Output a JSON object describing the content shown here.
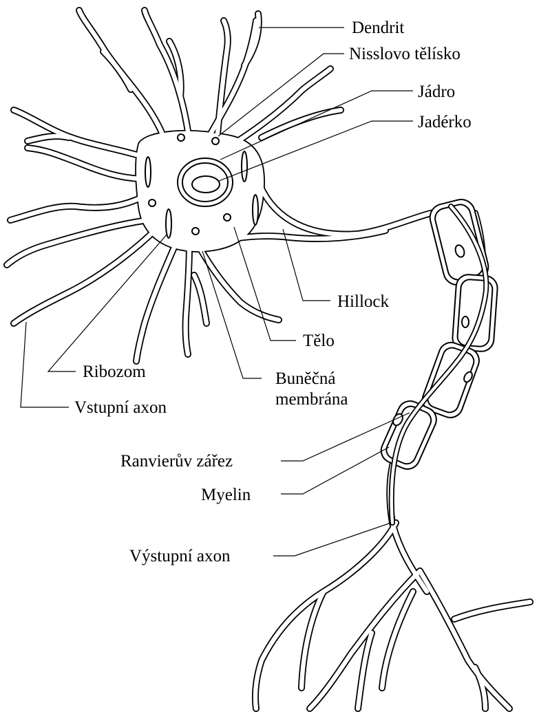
{
  "labels": {
    "dendrit": "Dendrit",
    "nisslovo": "Nisslovo tělísko",
    "jadro": "Jádro",
    "jaderko": "Jadérko",
    "hillock": "Hillock",
    "telo": "Tělo",
    "ribozom": "Ribozom",
    "membrana_1": "Buněčná",
    "membrana_2": "membrána",
    "vstupni_axon": "Vstupní axon",
    "ranvieruv": "Ranvierův zářez",
    "myelin": "Myelin",
    "vystupni_axon": "Výstupní axon"
  }
}
